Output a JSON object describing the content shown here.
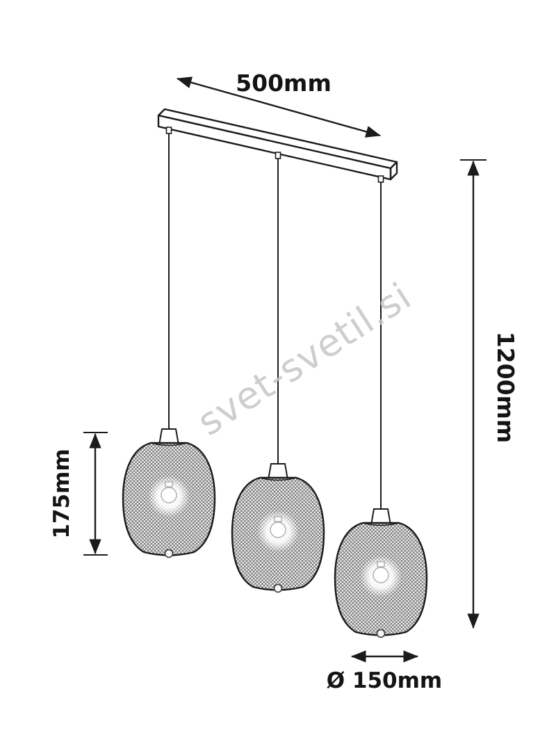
{
  "diagram": {
    "watermark": "svet-svetil.si",
    "lamp_count": "3",
    "dimensions": {
      "bar_width": "500mm",
      "total_drop": "1200mm",
      "shade_height": "175mm",
      "shade_diameter": "Ø 150mm"
    },
    "colors": {
      "line": "#1b1b1b",
      "watermark": "#c6c6c6",
      "background": "#ffffff"
    }
  }
}
